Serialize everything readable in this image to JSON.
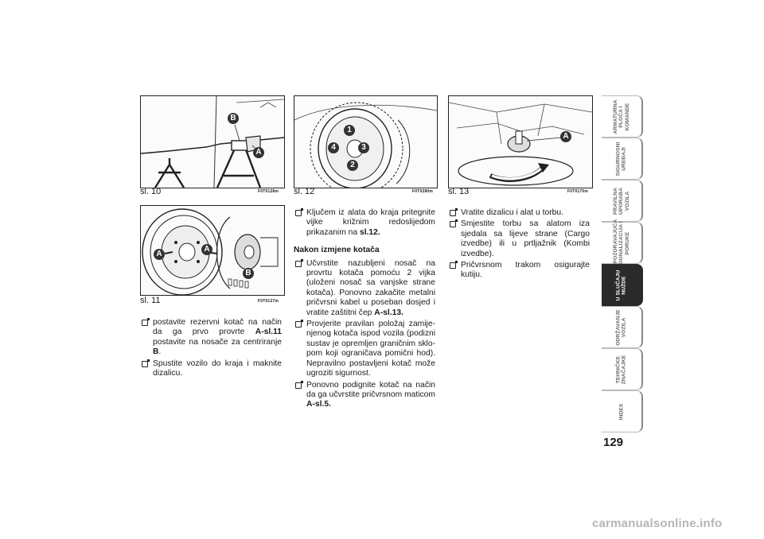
{
  "figures": {
    "fig10": {
      "caption": "sl. 10",
      "code": "F0T0128m",
      "labels": [
        "B",
        "A"
      ]
    },
    "fig11": {
      "caption": "sl. 11",
      "code": "F0T0127m",
      "labels": [
        "A",
        "A",
        "B"
      ]
    },
    "fig12": {
      "caption": "sl. 12",
      "code": "F0T0280m",
      "labels": [
        "1",
        "2",
        "3",
        "4"
      ]
    },
    "fig13": {
      "caption": "sl. 13",
      "code": "F0T0170m",
      "labels": [
        "A"
      ]
    }
  },
  "col1": {
    "items": [
      {
        "t1": "postavite rezervni kotač na način da ga prvo provrte ",
        "b1": "A-sl.11",
        "t2": " postavite na nosače za centriranje ",
        "b2": "B",
        "t3": "."
      },
      {
        "text": "Spustite vozilo do kraja i maknite dizalicu."
      }
    ]
  },
  "col2": {
    "item1": {
      "text": "Ključem iz alata do kraja pritegnite vijke križnim redoslijedom prikazanim na ",
      "bold": "sl.12."
    },
    "heading": "Nakon izmjene kotača",
    "item2": {
      "text": "Učvrstite nazubljeni nosač na provrtu kotača pomoću 2 vijka (uloženi nosač sa vanjske strane kotača). Ponovno zakačite metalni pričvrsni kabel u poseban dosjed i vratite zaštitni čep ",
      "bold": "A-sl.13."
    },
    "item3": {
      "text": "Provjerite pravilan položaj zamije-njenog kotača ispod vozila (podizni sustav je opremljen graničnim sklo-pom koji ograničava pomični hod). Nepravilno postavljeni kotač može ugroziti sigurnost."
    },
    "item4": {
      "text": "Ponovno podignite kotač na način da ga učvrstite pričvrsnom maticom ",
      "bold": "A-sl.5."
    }
  },
  "col3": {
    "items": [
      {
        "text": "Vratite dizalicu i alat u torbu."
      },
      {
        "text": "Smjestite torbu sa alatom iza sjedala sa lijeve strane (Cargo izvedbe) ili u prtljažnik (Kombi izvedbe)."
      },
      {
        "text": "Pričvrsnom trakom osigurajte kutiju."
      }
    ]
  },
  "tabs": [
    {
      "label": "ARMATURNA\nPLOČA I\nKOMANDE",
      "active": false
    },
    {
      "label": "SIGURNOSNI\nUREĐAJI",
      "active": false
    },
    {
      "label": "PRAVILNA\nUPORABA\nVOZILA",
      "active": false
    },
    {
      "label": "UPOZORAVAJUĆA\nSIGNALIZACIJA I\nPORUKE",
      "active": false
    },
    {
      "label": "U SLUČAJU\nNUŽDE",
      "active": true
    },
    {
      "label": "ODRŽAVANJE\nVOZILA",
      "active": false
    },
    {
      "label": "TEHNIČKE\nZNAČAJKE",
      "active": false
    },
    {
      "label": "INDEX",
      "active": false
    }
  ],
  "page_number": "129",
  "watermark": "carmanualsonline.info"
}
